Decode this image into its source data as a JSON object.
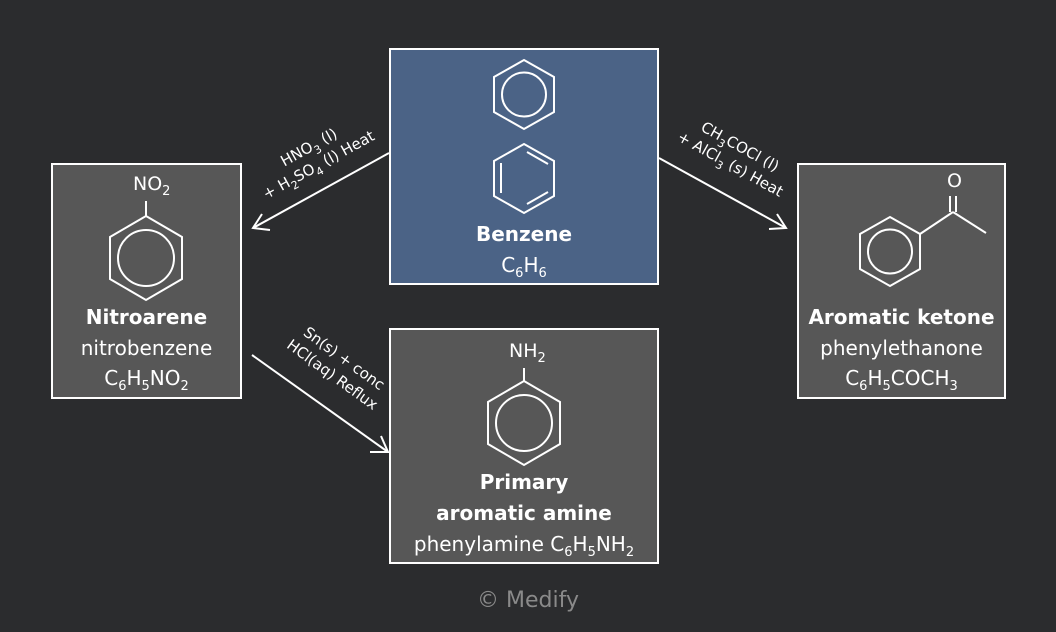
{
  "benzene": {
    "title": "Benzene",
    "formula": [
      "C",
      "6",
      "H",
      "6"
    ]
  },
  "nitroarene": {
    "title": "Nitroarene",
    "name": "nitrobenzene",
    "formula": [
      "C",
      "6",
      "H",
      "5",
      "NO",
      "2"
    ],
    "substituent": [
      "NO",
      "2"
    ]
  },
  "amine": {
    "title_line1": "Primary",
    "title_line2": "aromatic amine",
    "name": "phenylamine",
    "formula": [
      "C",
      "6",
      "H",
      "5",
      "NH",
      "2"
    ],
    "substituent": [
      "NH",
      "2"
    ]
  },
  "ketone": {
    "title": "Aromatic ketone",
    "name": "phenylethanone",
    "formula": [
      "C",
      "6",
      "H",
      "5",
      "COCH",
      "3"
    ],
    "substituent": "O"
  },
  "conditions": {
    "nitration_line1": [
      "HNO",
      "3",
      " (l)"
    ],
    "nitration_line2": [
      "+ H",
      "2",
      "SO",
      "4",
      " (l) Heat"
    ],
    "acylation_line1": [
      "CH",
      "3",
      "COCl (l)"
    ],
    "acylation_line2": [
      "+ AlCl",
      "3",
      " (s) Heat"
    ],
    "reduction_line1": "Sn(s) + conc",
    "reduction_line2": "HCl(aq) Reflux"
  },
  "footer": "© Medify",
  "colors": {
    "background": "#2b2c2e",
    "benzene_box": "#4b6386",
    "product_box": "#575757",
    "footer_text": "#8a8a8a"
  }
}
